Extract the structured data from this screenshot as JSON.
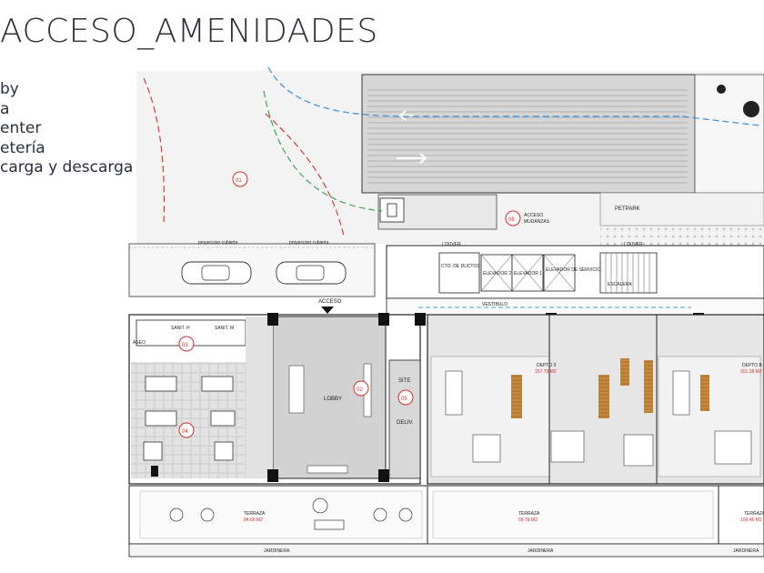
{
  "title": "ACCESO_AMENIDADES",
  "legend": [
    "by",
    "a",
    "",
    "enter",
    "etería",
    "carga y descarga"
  ],
  "plan_labels": {
    "acceso": "ACCESO",
    "lobby": "LOBBY",
    "site": "SITE",
    "deliv": "DELIV.",
    "petpark": "PETPARK",
    "acceso_mudanzas": "ACCESO\nMUDANZAS",
    "louver": "LOUVER",
    "vestibulo": "VESTIBULO",
    "cto_ductos": "CTO. DE DUCTOS",
    "elevador_2": "ELEVADOR 2",
    "elevador_1": "ELEVADOR 1",
    "elevador_servicio": "ELEVADOR DE SERVICIO",
    "escalera": "ESCALERA",
    "sanit_h": "SANIT. H",
    "sanit_m": "SANIT. M",
    "aseo": "ASEO",
    "proyeccion_cubierta": "proyeccion cubierta",
    "depto_a": "DEPTO 3",
    "depto_a_area": "157.79 M2",
    "depto_b": "DEPTO B",
    "depto_b_area": "201.28 M2",
    "terraza": "TERRAZA",
    "terraza_1_area": "84.66 M2",
    "terraza_2_area": "56.78 M2",
    "terraza_3_area": "106.46 M2",
    "jardinera": "JARDINERA"
  },
  "markers": [
    "01",
    "02",
    "03",
    "04",
    "05",
    "06"
  ],
  "colors": {
    "marker": "#d0302a",
    "route_blue": "#3a8fd8",
    "route_green": "#3a9a4a",
    "route_red": "#d0302a",
    "wall": "#1a1a1a"
  }
}
